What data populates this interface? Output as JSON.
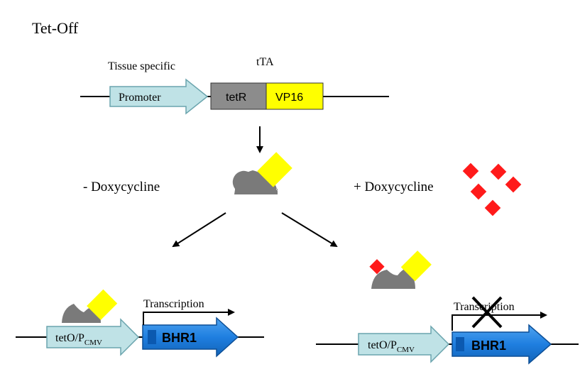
{
  "title": "Tet-Off",
  "construct": {
    "promoter_caption": "Tissue specific",
    "fusion_caption": "tTA",
    "promoter_label": "Promoter",
    "tetr_label": "tetR",
    "vp16_label": "VP16"
  },
  "conditions": {
    "minus_label": "- Doxycycline",
    "plus_label": "+ Doxycycline"
  },
  "left_reporter": {
    "transcription_label": "Transcription",
    "operator_label": "tetO/P",
    "operator_subscript": "CMV",
    "gene_label": "BHR1"
  },
  "right_reporter": {
    "transcription_label": "Transcription",
    "operator_label": "tetO/P",
    "operator_subscript": "CMV",
    "gene_label": "BHR1"
  },
  "colors": {
    "promoter_fill": "#bfe2e6",
    "tetr_fill": "#8c8c8c",
    "vp16_fill": "#ffff00",
    "dox_fill": "#ff1a1a",
    "gene_fill": "#1f7fe0",
    "protein_fill": "#7a7a7a"
  }
}
